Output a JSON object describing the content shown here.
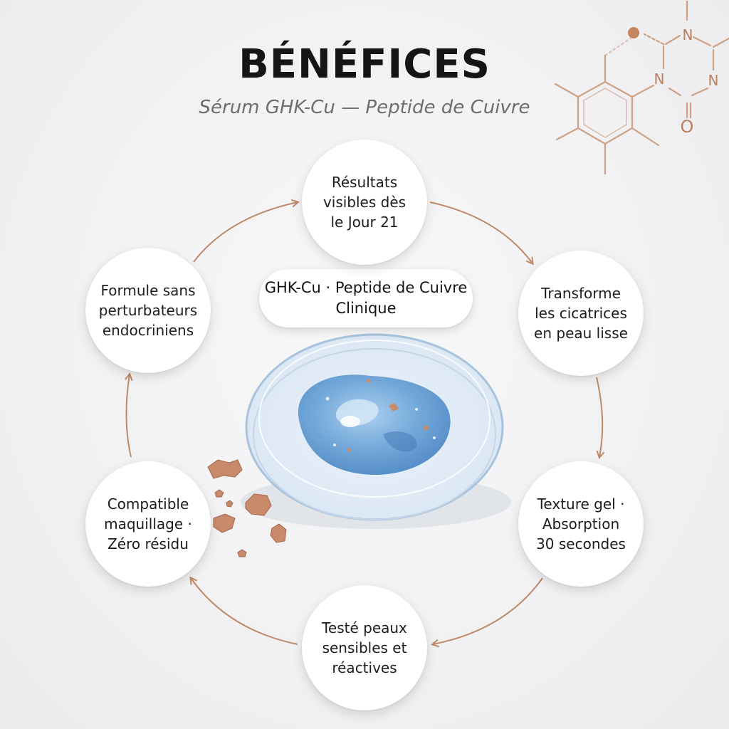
{
  "header": {
    "title": "BÉNÉFICES",
    "subtitle": "Sérum GHK-Cu — Peptide de Cuivre"
  },
  "center_label": "GHK-Cu · Peptide de Cuivre Clinique",
  "molecule": {
    "atom_labels": [
      "N",
      "N",
      "N",
      "O"
    ]
  },
  "benefits": [
    "Résultats visibles dès le Jour 21",
    "Transforme les cicatrices en peau lisse",
    "Texture gel · Absorption 30 secondes",
    "Testé peaux sensibles et réactives",
    "Compatible maquillage · Zéro résidu",
    "Formule sans perturbateurs endocriniens"
  ],
  "colors": {
    "copper": "#c08a6a",
    "gel_blue": "#7fb1dc",
    "title": "#151515",
    "subtitle": "#6e6e6e"
  },
  "icons": [
    "copper-peptide-molecule-icon",
    "petri-dish-gel-image",
    "copper-flakes-image",
    "cycle-arrow-icon"
  ]
}
